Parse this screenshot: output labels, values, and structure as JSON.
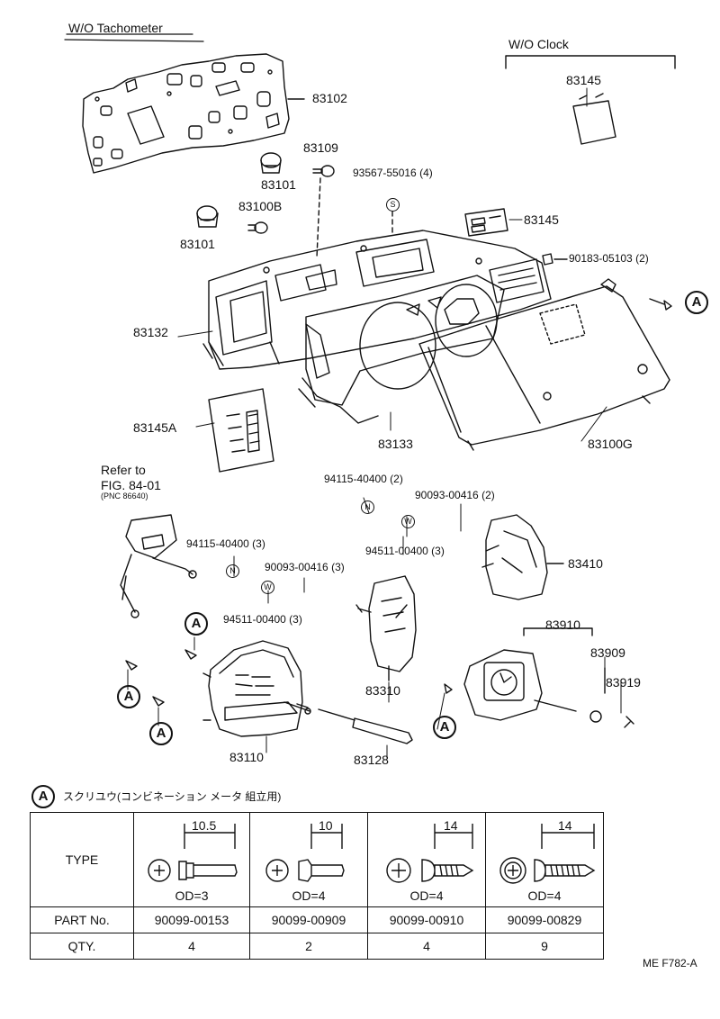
{
  "header": {
    "wo_tachometer": "W/O Tachometer",
    "wo_clock": "W/O Clock"
  },
  "callouts": {
    "p83102": "83102",
    "p83109": "83109",
    "p83101_a": "83101",
    "p83100b": "83100B",
    "p83101_b": "83101",
    "p93567": "93567-55016 (4)",
    "p83145_top": "83145",
    "p83145_mid": "83145",
    "p90183": "90183-05103 (2)",
    "p83132": "83132",
    "p83145a": "83145A",
    "p83133": "83133",
    "p83100g": "83100G",
    "refer_to": "Refer to",
    "fig": "FIG. 84-01",
    "pnc": "(PNC 86640)",
    "p94115_right": "94115-40400 (2)",
    "p90093_right": "90093-00416 (2)",
    "p94511_right": "94511-00400 (3)",
    "p94115_left": "94115-40400 (3)",
    "p90093_left": "90093-00416 (3)",
    "p94511_left": "94511-00400 (3)",
    "p83410": "83410",
    "p83910": "83910",
    "p83909": "83909",
    "p83919": "83919",
    "p83310": "83310",
    "p83110": "83110",
    "p83128": "83128"
  },
  "symbols": {
    "a": "A",
    "s": "S",
    "n": "N",
    "w": "W"
  },
  "screw_table": {
    "caption": "スクリユウ(コンビネーション メータ 組立用)",
    "row_labels": [
      "TYPE",
      "PART No.",
      "QTY."
    ],
    "columns": [
      {
        "dim": "10.5",
        "od": "OD=3",
        "part_no": "90099-00153",
        "qty": "4"
      },
      {
        "dim": "10",
        "od": "OD=4",
        "part_no": "90099-00909",
        "qty": "2"
      },
      {
        "dim": "14",
        "od": "OD=4",
        "part_no": "90099-00910",
        "qty": "4"
      },
      {
        "dim": "14",
        "od": "OD=4",
        "part_no": "90099-00829",
        "qty": "9"
      }
    ]
  },
  "figure_code": "ME F782-A"
}
